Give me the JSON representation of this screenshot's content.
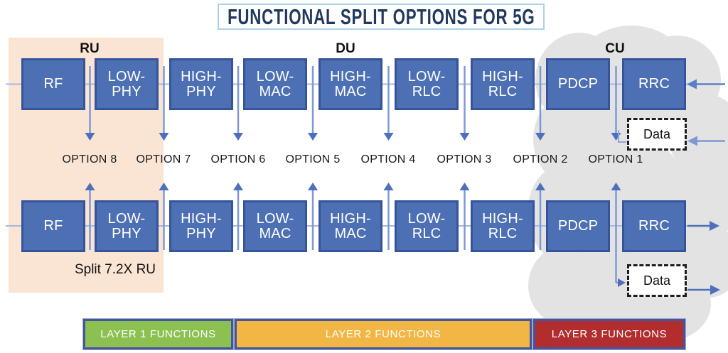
{
  "title": "FUNCTIONAL SPLIT OPTIONS FOR 5G",
  "region_labels": {
    "ru": "RU",
    "du": "DU",
    "cu": "CU"
  },
  "function_blocks": [
    {
      "line1": "RF",
      "line2": ""
    },
    {
      "line1": "LOW-",
      "line2": "PHY"
    },
    {
      "line1": "HIGH-",
      "line2": "PHY"
    },
    {
      "line1": "LOW-",
      "line2": "MAC"
    },
    {
      "line1": "HIGH-",
      "line2": "MAC"
    },
    {
      "line1": "LOW-",
      "line2": "RLC"
    },
    {
      "line1": "HIGH-",
      "line2": "RLC"
    },
    {
      "line1": "PDCP",
      "line2": ""
    },
    {
      "line1": "RRC",
      "line2": ""
    }
  ],
  "options": [
    "OPTION 8",
    "OPTION 7",
    "OPTION 6",
    "OPTION 5",
    "OPTION 4",
    "OPTION 3",
    "OPTION 2",
    "OPTION 1"
  ],
  "data_flow": {
    "top_data_label": "Data",
    "bottom_data_label": "Data"
  },
  "split_label": "Split 7.2X RU",
  "legend": {
    "items": [
      {
        "label": "LAYER 1 FUNCTIONS",
        "color": "#8CC152"
      },
      {
        "label": "LAYER 2 FUNCTIONS",
        "color": "#F2B644"
      },
      {
        "label": "LAYER 3 FUNCTIONS",
        "color": "#B22D2D"
      }
    ]
  },
  "colors": {
    "block_fill": "#4D70B4",
    "block_border": "#36549A",
    "arrow_blue": "#4C70BC",
    "connector_blue": "#7E98D4",
    "ru_region_background": "#FAE5D4",
    "cloud_background": "#E3E3E3",
    "title_text": "#21395E",
    "title_border": "#AAD2EA",
    "legend_border": "#44549F"
  }
}
